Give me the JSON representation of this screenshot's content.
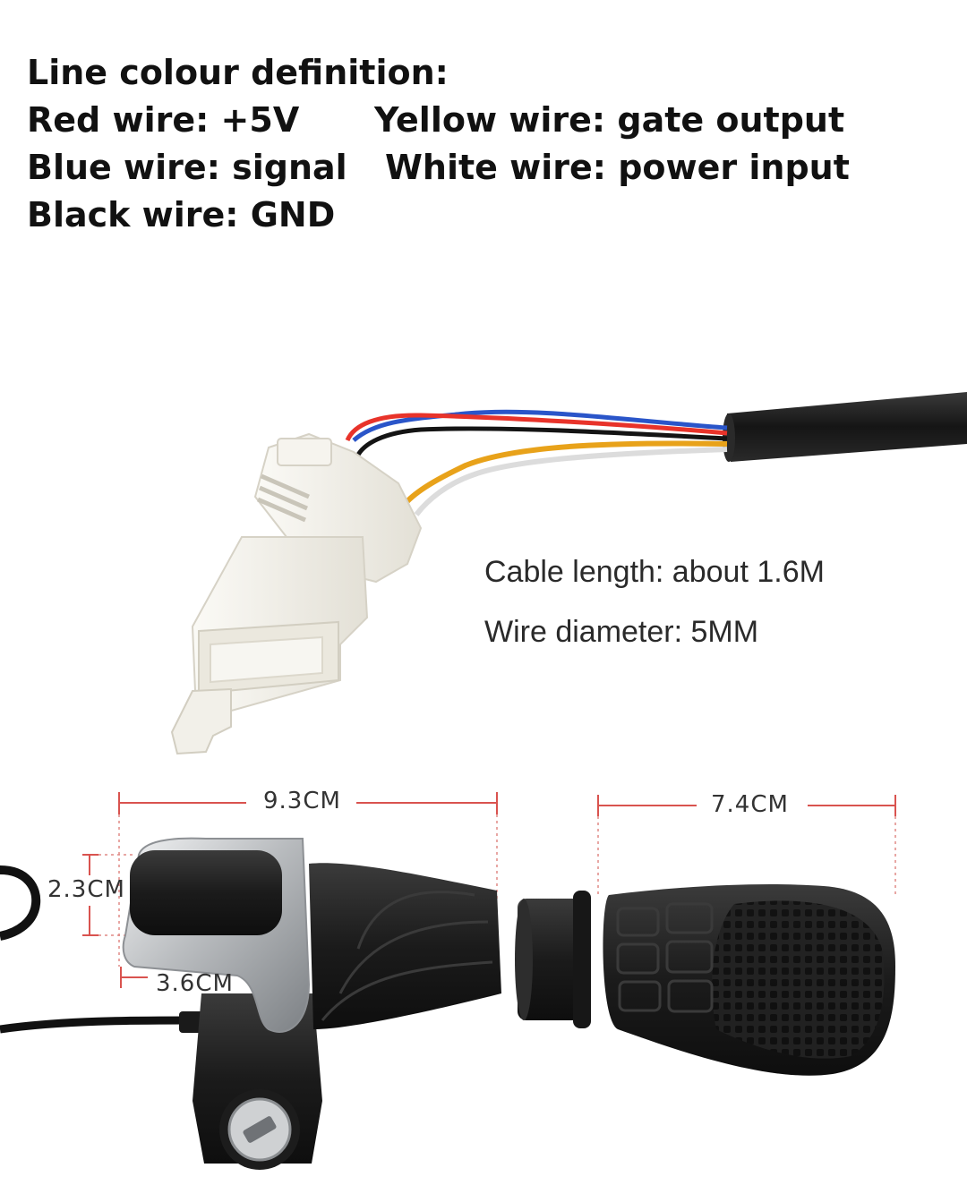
{
  "header": {
    "title": "Line colour definition:",
    "red": "Red wire: +5V",
    "yellow": "Yellow wire: gate output",
    "blue": "Blue wire: signal",
    "white": "White wire: power input",
    "black": "Black wire: GND"
  },
  "specs": {
    "cable_length": "Cable length: about 1.6M",
    "wire_diameter": "Wire diameter: 5MM"
  },
  "dimensions": {
    "throttle_length": "9.3CM",
    "grip_length": "7.4CM",
    "button_height": "2.3CM",
    "button_width": "3.6CM"
  },
  "colors": {
    "red_wire": "#e8332a",
    "yellow_wire": "#e8a21a",
    "blue_wire": "#2a55c9",
    "white_wire": "#f4f4f4",
    "black_wire": "#141414",
    "dimension_line": "#d9534f",
    "rubber": "#1e1e1e",
    "chrome": "#c8cacc",
    "connector": "#f3f1ea"
  }
}
